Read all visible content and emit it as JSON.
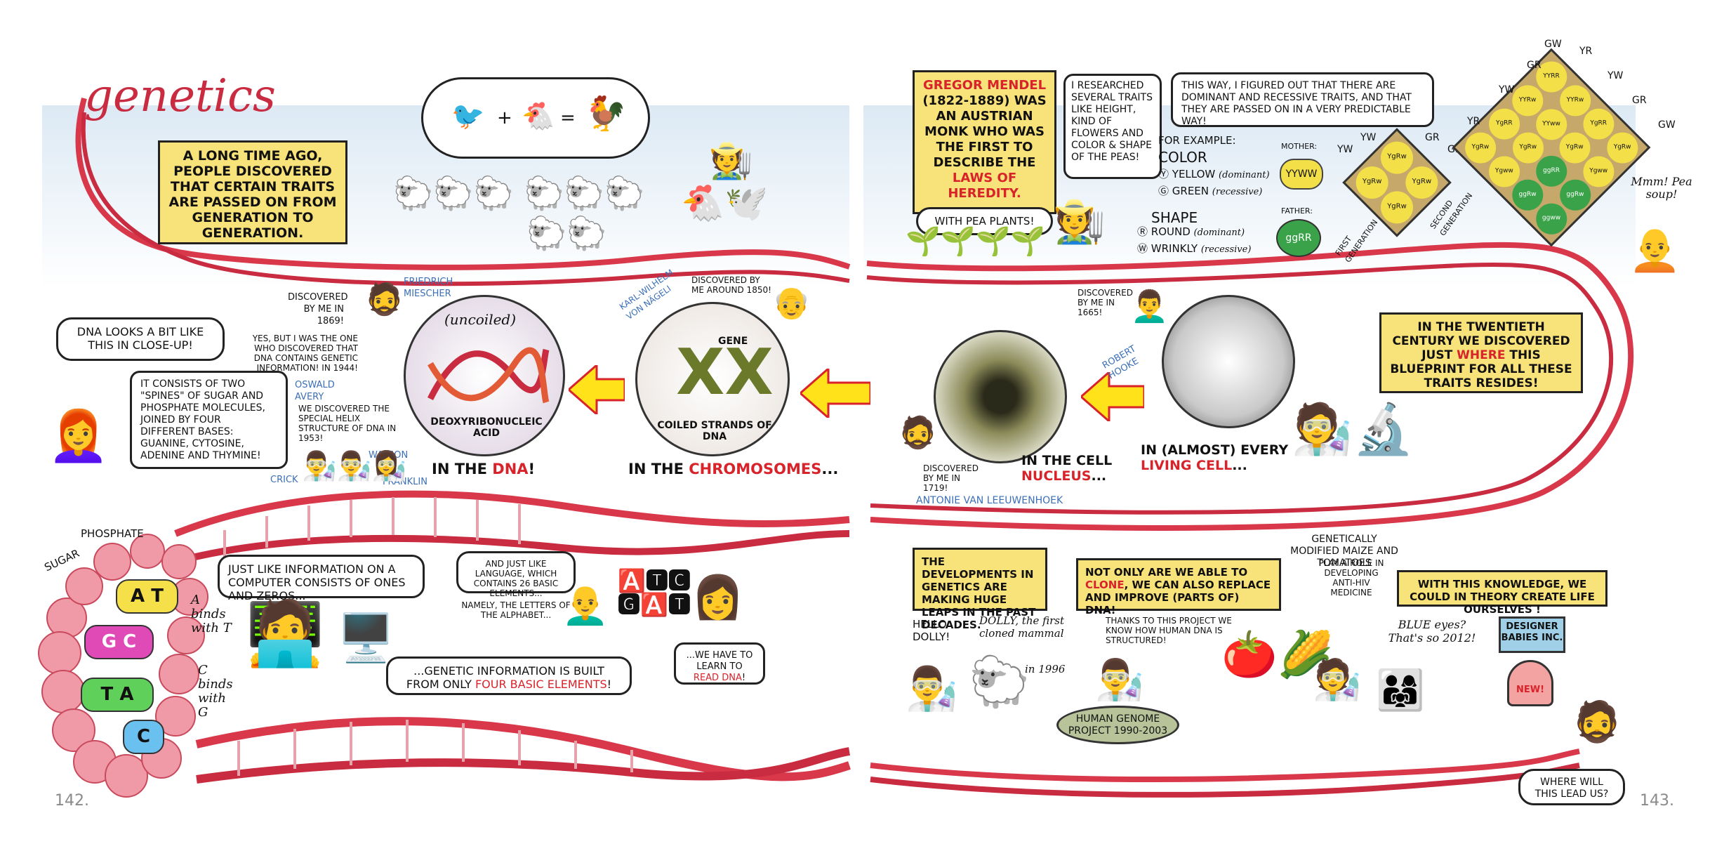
{
  "left_page": {
    "title_script": "genetics",
    "intro_box": "A LONG TIME AGO, PEOPLE DISCOVERED THAT CERTAIN TRAITS ARE PASSED ON FROM GENERATION TO GENERATION.",
    "dna_closeup_bubble": "DNA LOOKS A BIT LIKE THIS IN CLOSE-UP!",
    "spines_bubble": "IT CONSISTS OF TWO \"SPINES\" OF SUGAR AND PHOSPHATE MOLECULES, JOINED BY FOUR DIFFERENT BASES: GUANINE, CYTOSINE, ADENINE AND THYMINE!",
    "miescher_note": "DISCOVERED BY ME IN 1869!",
    "miescher_name": "FRIEDRICH MIESCHER",
    "avery_note": "YES, BUT I WAS THE ONE WHO DISCOVERED THAT DNA CONTAINS GENETIC INFORMATION! IN 1944!",
    "avery_name": "OSWALD AVERY",
    "helix_note": "WE DISCOVERED THE SPECIAL HELIX STRUCTURE OF DNA IN 1953!",
    "watson": "WATSON",
    "crick": "CRICK",
    "franklin": "FRANKLIN",
    "uncoiled": "(uncoiled)",
    "dna_circle_label": "DEOXYRIBONUCLEIC ACID",
    "in_the": "IN THE",
    "dna_word": "DNA",
    "dna_exclaim": "!",
    "nageli_note": "DISCOVERED BY ME AROUND 1850!",
    "nageli_name": "KARL-WILHELM VON NÄGELI",
    "gene": "GENE",
    "chromo_circle_label": "COILED STRANDS OF DNA",
    "chromosomes_prefix": "IN THE",
    "chromosomes_word": "CHROMOSOMES",
    "chromosomes_suffix": "...",
    "sugar": "SUGAR",
    "phosphate": "PHOSPHATE",
    "a_binds": "A binds with T",
    "c_binds": "C binds with G",
    "bases": [
      "A",
      "T",
      "G",
      "C",
      "T",
      "A",
      "C"
    ],
    "computer_bubble": "JUST LIKE INFORMATION ON A COMPUTER CONSISTS OF ONES AND ZEROS...",
    "language_note": "AND JUST LIKE LANGUAGE, WHICH CONTAINS 26 BASIC ELEMENTS...",
    "alphabet_note": "NAMELY, THE LETTERS OF THE ALPHABET...",
    "four_elements_prefix": "...GENETIC INFORMATION IS BUILT FROM ONLY",
    "four_elements_word": "FOUR BASIC ELEMENTS",
    "four_elements_suffix": "!",
    "read_dna_prefix": "...WE HAVE TO LEARN TO",
    "read_dna_word": "READ DNA",
    "read_dna_suffix": "!",
    "page_number": "142."
  },
  "right_page": {
    "mendel_name": "GREGOR MENDEL",
    "mendel_dates": "(1822-1889) WAS AN AUSTRIAN MONK WHO WAS THE FIRST TO DESCRIBE THE",
    "mendel_laws": "LAWS OF HEREDITY.",
    "pea_plants": "WITH PEA PLANTS!",
    "researched_bubble": "I RESEARCHED SEVERAL TRAITS LIKE HEIGHT, KIND OF FLOWERS AND COLOR & SHAPE OF THE PEAS!",
    "dominant_bubble": "THIS WAY, I FIGURED OUT THAT THERE ARE DOMINANT AND RECESSIVE TRAITS, AND THAT THEY ARE PASSED ON IN A VERY PREDICTABLE WAY!",
    "for_example": "FOR EXAMPLE:",
    "color": "COLOR",
    "yellow": "YELLOW",
    "yellow_note": "(dominant)",
    "green": "GREEN",
    "green_note": "(recessive)",
    "shape": "SHAPE",
    "round": "ROUND",
    "round_note": "(dominant)",
    "wrinkly": "WRINKLY",
    "wrinkly_note": "(recessive)",
    "mother": "MOTHER:",
    "father": "FATHER:",
    "mother_code": "YYWW",
    "father_code": "ggRR",
    "first_generation": "FIRST GENERATION",
    "second_generation": "SECOND GENERATION",
    "small_grid_headers": [
      "Yw",
      "Yw",
      "gR",
      "gR"
    ],
    "small_grid_cells": [
      "YgRw",
      "YgRw",
      "YgRw",
      "YgRw"
    ],
    "big_grid_headers": [
      "YR",
      "Yw",
      "gR",
      "gw",
      "YR",
      "Yw",
      "gR",
      "gw"
    ],
    "big_grid_cells": [
      "YYRR",
      "YYRw",
      "YgRR",
      "YgRw",
      "YYRw",
      "YYww",
      "YgRw",
      "Ygww",
      "YgRR",
      "YgRw",
      "ggRR",
      "ggRw",
      "YgRw",
      "Ygww",
      "ggRw",
      "ggww"
    ],
    "pea_soup": "Mmm! Pea soup!",
    "hooke_note": "DISCOVERED BY ME IN 1665!",
    "hooke_name": "ROBERT HOOKE",
    "twentieth_prefix": "IN THE TWENTIETH CENTURY WE DISCOVERED JUST",
    "twentieth_where": "WHERE",
    "twentieth_suffix": "THIS BLUEPRINT FOR ALL THESE TRAITS RESIDES!",
    "nucleus_prefix": "IN THE CELL",
    "nucleus_word": "NUCLEUS",
    "nucleus_suffix": "...",
    "living_prefix": "IN (ALMOST) EVERY",
    "living_word": "LIVING CELL",
    "living_suffix": "...",
    "leeuwenhoek_note": "DISCOVERED BY ME IN 1719!",
    "leeuwenhoek_name": "ANTONIE VAN LEEUWENHOEK",
    "developments_box": "THE DEVELOPMENTS IN GENETICS ARE MAKING HUGE LEAPS IN THE PAST DECADES.",
    "clone_prefix": "NOT ONLY ARE WE ABLE TO",
    "clone_word": "CLONE",
    "clone_suffix": ", WE CAN ALSO REPLACE AND IMPROVE (PARTS OF) DNA!",
    "hello_dolly": "HELLO DOLLY!",
    "dolly_note": "DOLLY, the first cloned mammal",
    "dolly_year": "in 1996",
    "genome_note": "THANKS TO THIS PROJECT WE KNOW HOW HUMAN DNA IS STRUCTURED!",
    "genome_project": "HUMAN GENOME PROJECT 1990-2003",
    "gm_crops": "GENETICALLY MODIFIED MAIZE AND TOMATOES",
    "anti_hiv": "PLAY A ROLE IN DEVELOPING ANTI-HIV MEDICINE",
    "knowledge_box": "WITH THIS KNOWLEDGE, WE COULD IN THEORY CREATE LIFE OURSELVES !",
    "blue_eyes": "BLUE eyes? That's so 2012!",
    "designer_babies": "DESIGNER BABIES INC.",
    "new_sign": "NEW!",
    "lead_us": "WHERE WILL THIS LEAD US?",
    "page_number": "143."
  },
  "colors": {
    "dna_red": "#d8384a",
    "box_yellow": "#f8e27a",
    "highlight_red": "#d8232a",
    "name_blue": "#3b6fb6",
    "arrow_yellow": "#ffe21a"
  }
}
